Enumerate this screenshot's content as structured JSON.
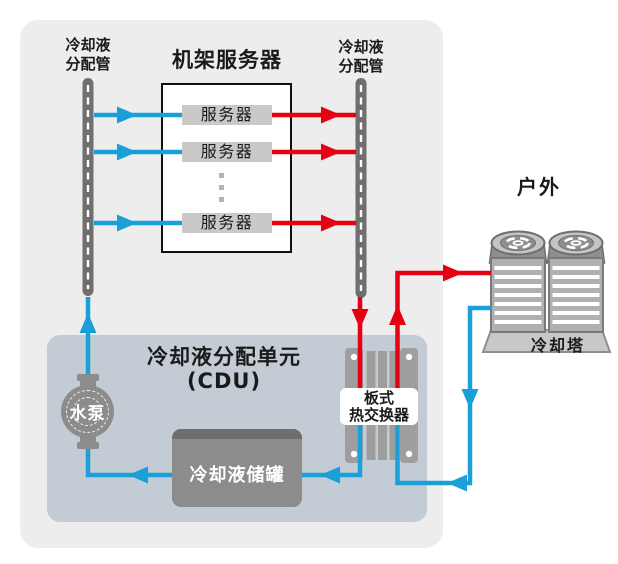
{
  "indoor": {
    "left_pipe_label": {
      "line1": "冷却液",
      "line2": "分配管"
    },
    "right_pipe_label": {
      "line1": "冷却液",
      "line2": "分配管"
    },
    "rack": {
      "title": "机架服务器",
      "servers": [
        "服务器",
        "服务器",
        "服务器"
      ]
    },
    "cdu": {
      "title_line1": "冷却液分配单元",
      "title_line2": "(CDU)",
      "pump_label": "水泵",
      "tank_label": "冷却液储罐",
      "hx_label_line1": "板式",
      "hx_label_line2": "热交换器"
    }
  },
  "outdoor": {
    "label": "户外",
    "tower_label": "冷却塔"
  },
  "colors": {
    "hot_line": "#e60014",
    "cold_line": "#1b9fd9",
    "indoor_bg": "#ededed",
    "cdu_bg": "#c3ccd4",
    "pipe_gray": "#6f6f6f",
    "server_box": "#c9c9c9",
    "tank_gray": "#8c8c8c",
    "equipment_gray": "#9e9e9e",
    "tower_gray": "#b0b0b0"
  }
}
